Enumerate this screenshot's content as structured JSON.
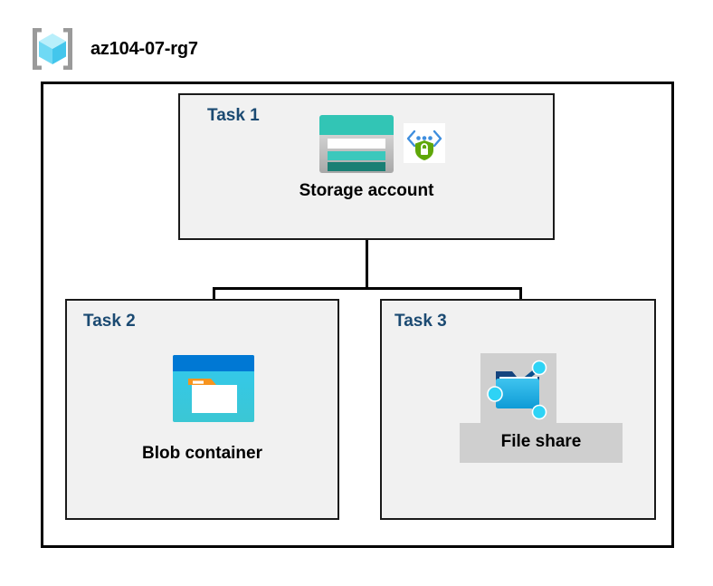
{
  "header": {
    "resource_group_icon": "azure-resource-group-icon",
    "title": "az104-07-rg7"
  },
  "diagram": {
    "type": "hierarchy",
    "root_id": "task1",
    "nodes": [
      {
        "id": "task1",
        "task_label": "Task 1",
        "node_label": "Storage account",
        "icons": [
          "storage-account-icon",
          "storage-security-icon"
        ],
        "highlighted": false
      },
      {
        "id": "task2",
        "task_label": "Task 2",
        "node_label": "Blob container",
        "icons": [
          "blob-container-icon"
        ],
        "highlighted": false
      },
      {
        "id": "task3",
        "task_label": "Task 3",
        "node_label": "File share",
        "icons": [
          "file-share-icon"
        ],
        "highlighted": true
      }
    ],
    "edges": [
      {
        "from": "task1",
        "to": "task2"
      },
      {
        "from": "task1",
        "to": "task3"
      }
    ]
  },
  "colors": {
    "task_heading": "#1B4A72",
    "node_label": "#000000",
    "task_box_fill": "#F1F1F1",
    "task_box_border": "#1A1A1A",
    "outer_border": "#000000",
    "connector": "#000000",
    "highlight_fill": "#CFCFCF",
    "storage_teal": "#32C5B5",
    "storage_teal_dark": "#1A7F74",
    "blob_blue": "#0078D4",
    "blob_cyan": "#32C8EE",
    "folder_orange": "#F7941E",
    "shield_green": "#5FA709",
    "bracket_gray": "#9A9A9A",
    "cube_cyan": "#8FE6FB"
  }
}
